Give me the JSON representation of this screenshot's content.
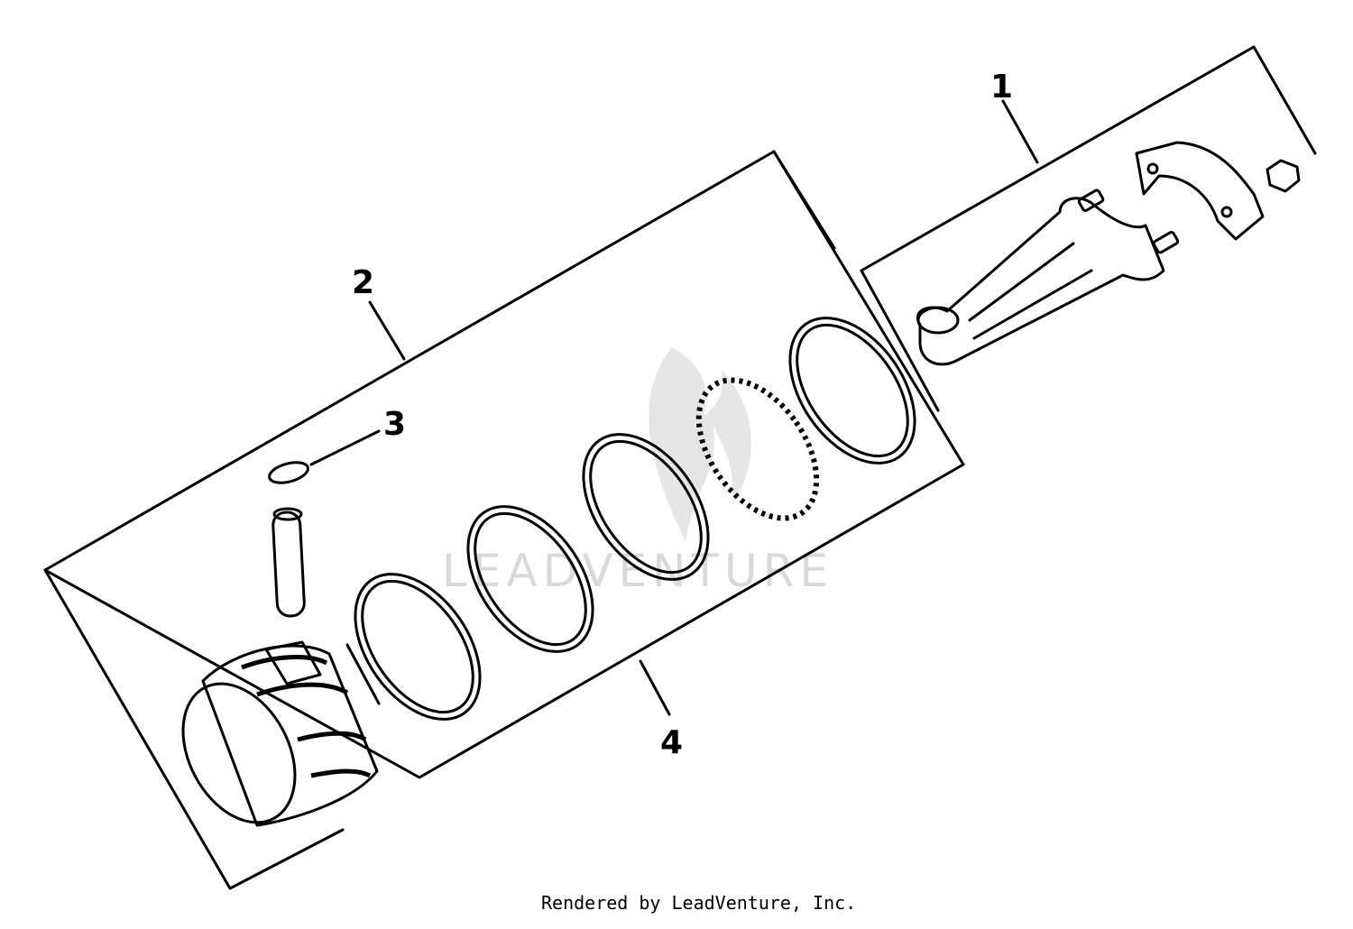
{
  "callouts": {
    "item1": "1",
    "item2": "2",
    "item3": "3",
    "item4": "4"
  },
  "watermark": {
    "text": "LEADVENTURE"
  },
  "footer": {
    "credit": "Rendered by LeadVenture, Inc."
  },
  "colors": {
    "ink": "#000000",
    "watermark": "#d9d9d9",
    "background": "#ffffff"
  }
}
